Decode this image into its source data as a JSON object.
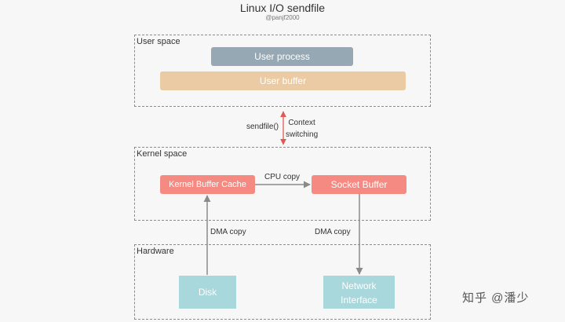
{
  "title": "Linux I/O sendfile",
  "subtitle": "@panjf2000",
  "regions": {
    "user_space": "User space",
    "kernel_space": "Kernel space",
    "hardware": "Hardware"
  },
  "boxes": {
    "user_process": "User process",
    "user_buffer": "User buffer",
    "kernel_buffer_cache": "Kernel Buffer Cache",
    "socket_buffer": "Socket Buffer",
    "disk": "Disk",
    "network_interface_line1": "Network",
    "network_interface_line2": "Interface"
  },
  "annotations": {
    "sendfile": "sendfile()",
    "context_line1": "Context",
    "context_line2": "switching",
    "cpu_copy": "CPU copy",
    "dma_copy_left": "DMA copy",
    "dma_copy_right": "DMA copy"
  },
  "watermark": "知乎 @潘少",
  "colors": {
    "user_process": "#95a8b3",
    "user_buffer": "#eacba3",
    "kernel_box": "#f48a82",
    "hardware_box": "#a8d7dc",
    "context_arrow": "#e05a55",
    "copy_arrow": "#8a8a8a"
  }
}
